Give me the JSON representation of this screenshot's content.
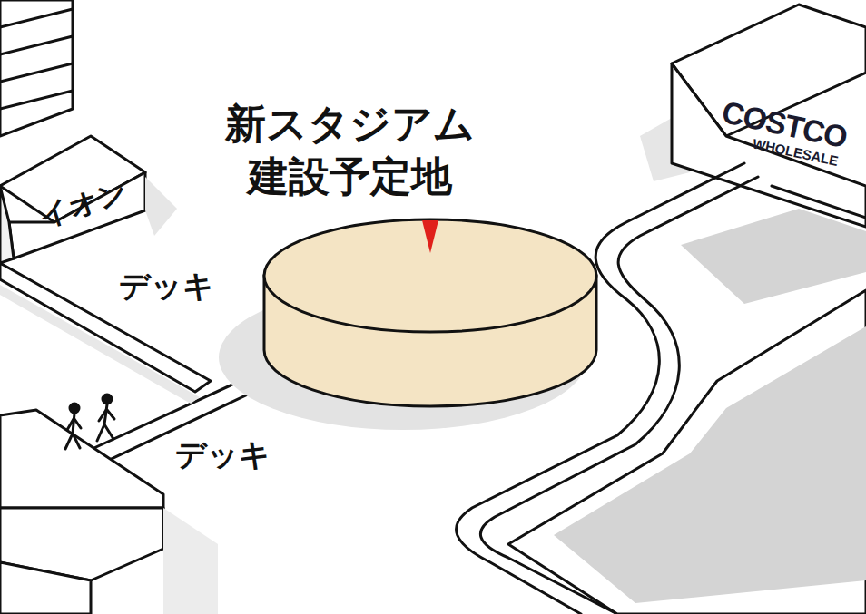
{
  "diagram": {
    "nodes": [
      {
        "text": [
          "イオン"
        ]
      },
      {
        "text": [
          "新スタジアム 建設予定地"
        ]
      },
      {
        "text": [
          "COSTCO",
          "WHOLESALE"
        ]
      }
    ],
    "labels": [
      "デッキ",
      "デッキ"
    ]
  }
}
